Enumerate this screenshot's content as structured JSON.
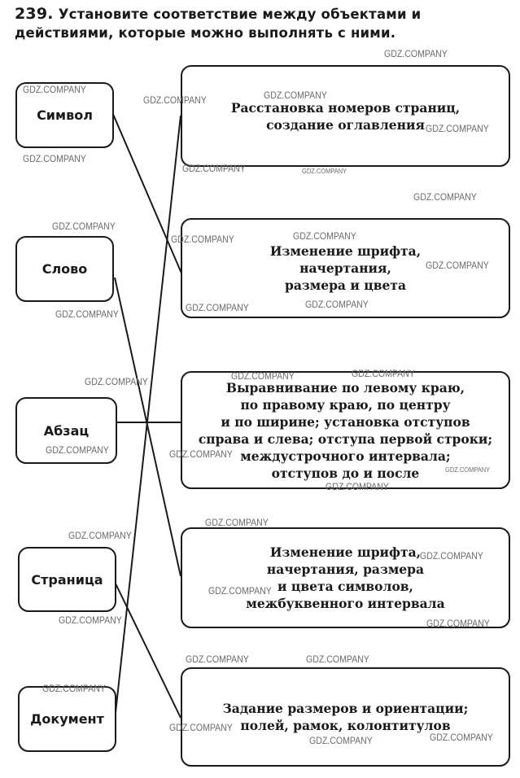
{
  "task": {
    "number": "239.",
    "text": "Установите соответствие между объектами и действиями, которые можно выполнять с ними."
  },
  "objects": [
    {
      "id": "o1",
      "label": "Символ"
    },
    {
      "id": "o2",
      "label": "Слово"
    },
    {
      "id": "o3",
      "label": "Абзац"
    },
    {
      "id": "o4",
      "label": "Страница"
    },
    {
      "id": "o5",
      "label": "Документ"
    }
  ],
  "actions": [
    {
      "id": "a1",
      "text": "Расстановка номеров страниц,\nсоздание оглавления"
    },
    {
      "id": "a2",
      "text": "Изменение шрифта,\nначертания,\nразмера и цвета"
    },
    {
      "id": "a3",
      "text": "Выравнивание по левому краю,\nпо правому краю, по центру\nи по ширине; установка отступов\nсправа и слева; отступа первой строки;\nмеждустрочного интервала;\nотступов до и после"
    },
    {
      "id": "a4",
      "text": "Изменение шрифта,\nначертания, размера\nи цвета символов,\nмежбуквенного интервала"
    },
    {
      "id": "a5",
      "text": "Задание размеров и ориентации;\nполей, рамок, колонтитулов"
    }
  ],
  "matches": [
    {
      "object": "o1",
      "action": "a2"
    },
    {
      "object": "o2",
      "action": "a4"
    },
    {
      "object": "o3",
      "action": "a3"
    },
    {
      "object": "o4",
      "action": "a5"
    },
    {
      "object": "o5",
      "action": "a1"
    }
  ],
  "watermark": {
    "text": "GDZ.COMPANY"
  },
  "colors": {
    "ink": "#1a1a1a",
    "watermark": "#6b6b6b"
  }
}
